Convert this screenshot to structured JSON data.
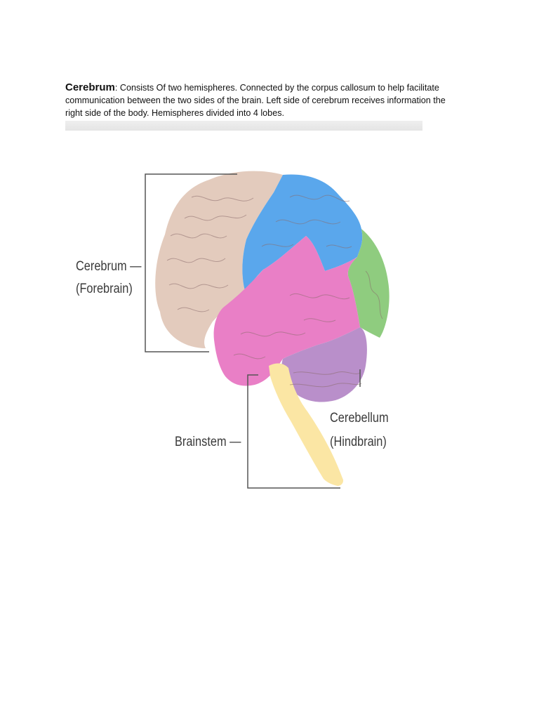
{
  "text": {
    "term": "Cerebrum",
    "line1_rest": ": Consists Of two hemispheres. Connected by the corpus callosum to help facilitate",
    "line2": "communication between the two sides of the brain. Left side of cerebrum receives information the",
    "line3": "right side of the body. Hemispheres divided into 4 lobes."
  },
  "figure": {
    "labels": {
      "cerebrum_line1": "Cerebrum —",
      "cerebrum_line2": "(Forebrain)",
      "brainstem": "Brainstem —",
      "cerebellum_line1": "Cerebellum",
      "cerebellum_line2": "(Hindbrain)"
    },
    "colors": {
      "frontal": "#e3cbbd",
      "parietal": "#5aa7ec",
      "occipital": "#8fcc7f",
      "temporal": "#e97fc6",
      "cerebellum": "#b98fca",
      "brainstem": "#fbe6a4",
      "bracket": "#555555"
    }
  }
}
